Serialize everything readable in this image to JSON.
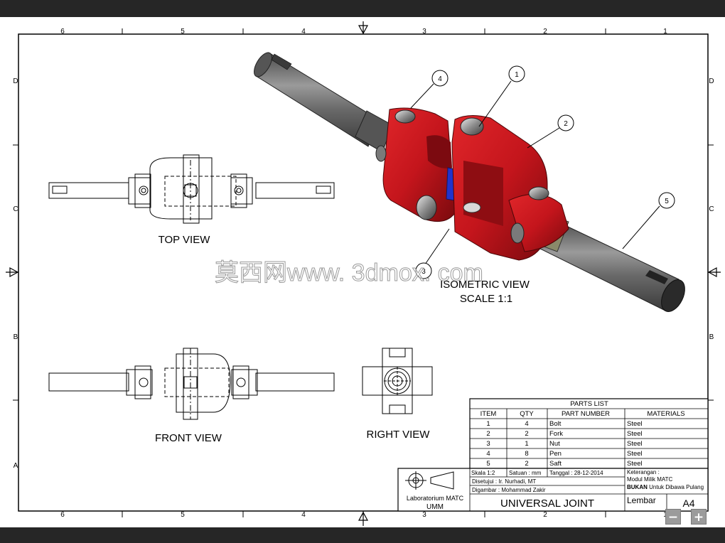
{
  "border": {
    "columns": [
      "6",
      "5",
      "4",
      "3",
      "2",
      "1"
    ],
    "rows": [
      "D",
      "C",
      "B",
      "A"
    ]
  },
  "views": {
    "top": "TOP VIEW",
    "front": "FRONT VIEW",
    "right": "RIGHT VIEW",
    "iso": "ISOMETRIC VIEW",
    "iso_scale": "SCALE 1:1"
  },
  "balloons": [
    "1",
    "2",
    "3",
    "4",
    "5"
  ],
  "watermark": "莫西网www. 3dmox. com",
  "parts_list": {
    "title": "PARTS LIST",
    "headers": [
      "ITEM",
      "QTY",
      "PART NUMBER",
      "MATERIALS"
    ],
    "rows": [
      [
        "1",
        "4",
        "Bolt",
        "Steel"
      ],
      [
        "2",
        "2",
        "Fork",
        "Steel"
      ],
      [
        "3",
        "1",
        "Nut",
        "Steel"
      ],
      [
        "4",
        "8",
        "Pen",
        "Steel"
      ],
      [
        "5",
        "2",
        "Saft",
        "Steel"
      ]
    ]
  },
  "title_block": {
    "skala": "Skala 1:2",
    "satuan": "Satuan : mm",
    "tanggal": "Tanggal : 28-12-2014",
    "disetujui": "Disetujui   :  Ir. Nurhadi, MT",
    "digambar": "Digambar  :  Mohammad Zakir",
    "keterangan": "Keterangan :",
    "modul": "Modul Milik MATC",
    "bukan": "BUKAN",
    "bukan_rest": "Untuk Dibawa Pulang",
    "lab": "Laboratorium MATC",
    "umm": "UMM",
    "title": "UNIVERSAL JOINT",
    "lembar": "Lembar",
    "size": "A4"
  },
  "zoom": {
    "minus": "−",
    "plus": "+"
  },
  "colors": {
    "fork": "#c4151c",
    "cross": "#2233cc",
    "shaft": "#6d6d6d"
  }
}
